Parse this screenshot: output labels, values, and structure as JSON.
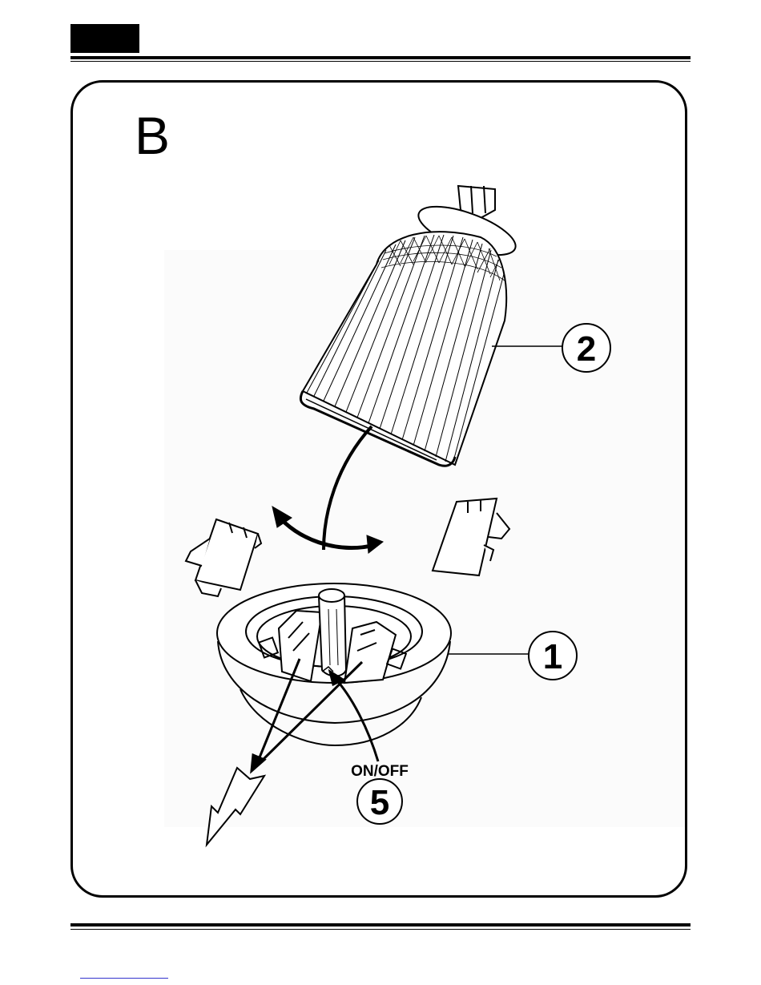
{
  "panel": {
    "letter": "B"
  },
  "callouts": [
    {
      "number": "2"
    },
    {
      "number": "1"
    },
    {
      "number": "5"
    }
  ],
  "switch_label": "ON/OFF",
  "colors": {
    "ink": "#000000",
    "paper": "#ffffff"
  }
}
